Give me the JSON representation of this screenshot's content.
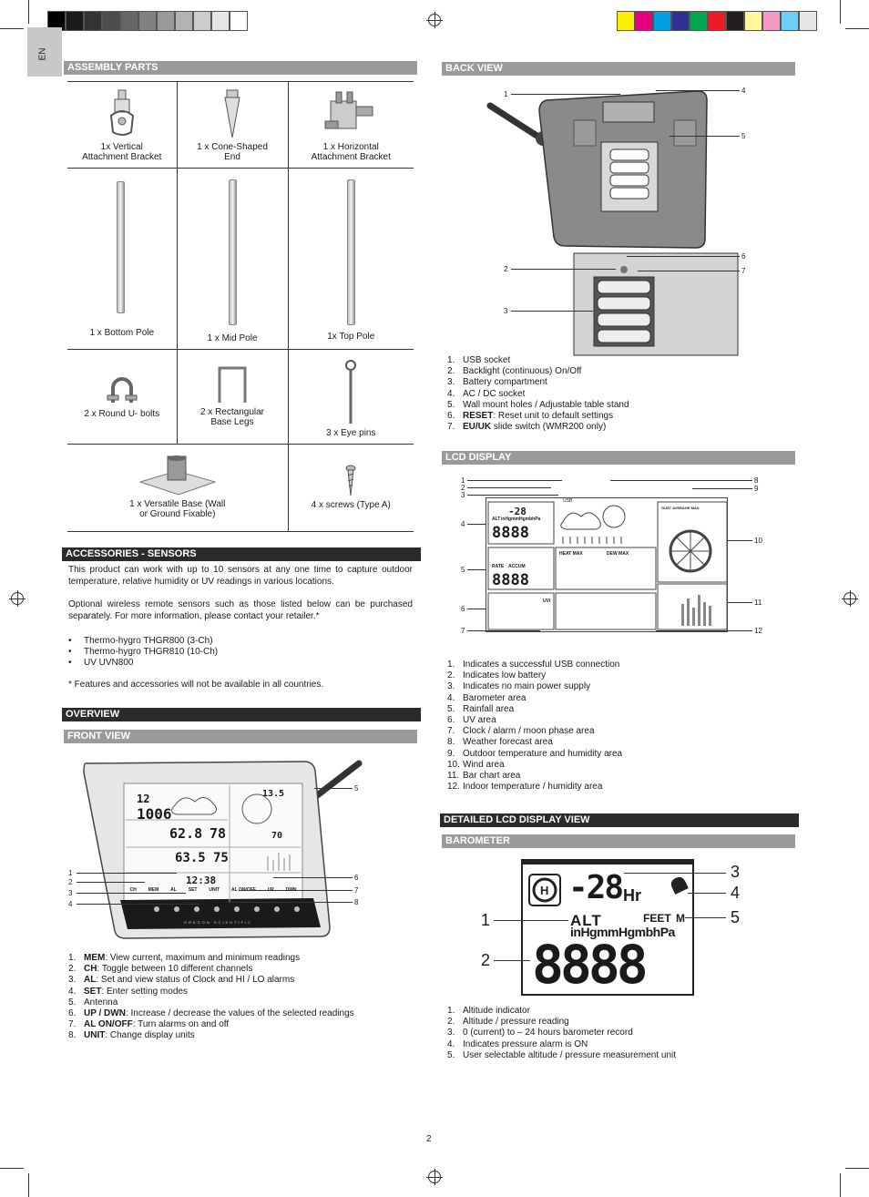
{
  "lang_tab": "EN",
  "page_number": "2",
  "sections": {
    "assembly_parts": "ASSEMBLY PARTS",
    "accessories": "ACCESSORIES - SENSORS",
    "overview": "OVERVIEW",
    "front_view": "FRONT VIEW",
    "back_view": "BACK VIEW",
    "lcd_display": "LCD DISPLAY",
    "detailed_lcd": "DETAILED LCD DISPLAY VIEW",
    "barometer": "BAROMETER"
  },
  "parts": {
    "vertical_bracket": [
      "1x Vertical",
      "Attachment Bracket"
    ],
    "cone_end": [
      "1 x Cone-Shaped",
      "End"
    ],
    "horizontal_bracket": [
      "1 x Horizontal",
      "Attachment Bracket"
    ],
    "bottom_pole": "1 x Bottom Pole",
    "mid_pole": "1 x Mid Pole",
    "top_pole": "1x Top Pole",
    "u_bolts": "2 x Round U- bolts",
    "rect_legs": [
      "2 x Rectangular",
      "Base Legs"
    ],
    "eye_pins": "3 x Eye pins",
    "base": [
      "1 x Versatile Base (Wall",
      "or Ground Fixable)"
    ],
    "screws": "4 x screws (Type A)"
  },
  "accessories": {
    "para1": "This product can work with up to 10 sensors at any one time to capture outdoor temperature, relative humidity or UV readings in various locations.",
    "para2": "Optional wireless remote sensors such as those listed below can be purchased separately. For more information, please contact your retailer.*",
    "sensors": [
      "Thermo-hygro THGR800 (3-Ch)",
      "Thermo-hygro THGR810 (10-Ch)",
      "UV UVN800"
    ],
    "note": "* Features and accessories will not be available in all countries."
  },
  "front_view": {
    "items": [
      {
        "n": "1.",
        "b": "MEM",
        "t": ": View current, maximum and minimum  readings"
      },
      {
        "n": "2.",
        "b": "CH",
        "t": ": Toggle between 10 different channels"
      },
      {
        "n": "3.",
        "b": "AL",
        "t": ": Set and view status of Clock and HI / LO alarms"
      },
      {
        "n": "4.",
        "b": "SET",
        "t": ": Enter setting modes"
      },
      {
        "n": "5.",
        "b": "",
        "t": "Antenna"
      },
      {
        "n": "6.",
        "b": "UP / DWN",
        "t": ": Increase / decrease the values of the selected readings"
      },
      {
        "n": "7.",
        "b": "AL ON/OFF",
        "t": ": Turn alarms on and off"
      },
      {
        "n": "8.",
        "b": "UNIT",
        "t": ": Change display units"
      }
    ],
    "buttons": [
      "CH",
      "MEM",
      "AL",
      "SET",
      "UNIT",
      "AL ON/OFF",
      "UP",
      "DWN"
    ],
    "brand": "OREGON SCIENTIFIC",
    "lcd_values": [
      "12",
      "1006",
      "62.8",
      "78",
      "63.5",
      "75",
      "12:38",
      "13.5",
      "70"
    ],
    "callouts": [
      "1",
      "2",
      "3",
      "4",
      "5",
      "6",
      "7",
      "8"
    ]
  },
  "back_view": {
    "items": [
      {
        "n": "1.",
        "b": "",
        "t": "USB socket"
      },
      {
        "n": "2.",
        "b": "",
        "t": "Backlight (continuous) On/Off"
      },
      {
        "n": "3.",
        "b": "",
        "t": "Battery compartment"
      },
      {
        "n": "4.",
        "b": "",
        "t": "AC / DC socket"
      },
      {
        "n": "5.",
        "b": "",
        "t": "Wall mount holes / Adjustable table stand"
      },
      {
        "n": "6.",
        "b": "RESET",
        "t": ": Reset unit to default settings"
      },
      {
        "n": "7.",
        "b": "EU/UK",
        "t": " slide switch (WMR200 only)"
      }
    ],
    "callouts": [
      "1",
      "4",
      "5",
      "6",
      "7",
      "2",
      "3"
    ]
  },
  "lcd_display": {
    "items": [
      {
        "n": "1.",
        "t": "Indicates a successful USB connection"
      },
      {
        "n": "2.",
        "t": "Indicates low battery"
      },
      {
        "n": "3.",
        "t": "Indicates no main power supply"
      },
      {
        "n": "4.",
        "t": "Barometer area"
      },
      {
        "n": "5.",
        "t": "Rainfall area"
      },
      {
        "n": "6.",
        "t": "UV area"
      },
      {
        "n": "7.",
        "t": "Clock / alarm / moon phase area"
      },
      {
        "n": "8.",
        "t": "Weather forecast area"
      },
      {
        "n": "9.",
        "t": "Outdoor temperature and humidity area"
      },
      {
        "n": "10.",
        "t": "Wind area"
      },
      {
        "n": "11.",
        "t": "Bar chart area"
      },
      {
        "n": "12.",
        "t": "Indoor temperature / humidity area"
      }
    ],
    "callouts_left": [
      "1",
      "2",
      "3",
      "4",
      "5",
      "6",
      "7"
    ],
    "callouts_right": [
      "8",
      "9",
      "10",
      "11",
      "12"
    ],
    "labels": {
      "usb": "USB",
      "hr": "Hr",
      "alt": "ALT",
      "units": "inHgmmHgmbhPa",
      "rate": "RATE",
      "accum": "ACCUM",
      "heat": "HEAT MAX",
      "dew": "DEW MAX",
      "gust": "GUST AVERAGE MAX",
      "uvi": "UVI"
    }
  },
  "barometer": {
    "items": [
      {
        "n": "1.",
        "t": "Altitude indicator"
      },
      {
        "n": "2.",
        "t": "Altitude / pressure reading"
      },
      {
        "n": "3.",
        "t": "0 (current) to – 24 hours barometer record"
      },
      {
        "n": "4.",
        "t": "Indicates pressure alarm is ON"
      },
      {
        "n": "5.",
        "t": "User selectable altitude / pressure measurement unit"
      }
    ],
    "lcd": {
      "hours": "-28",
      "hr": "Hr",
      "alt": "ALT",
      "feet": "FEET",
      "m": "M",
      "units": "inHgmmHgmbhPa",
      "main": "8888"
    },
    "callouts": [
      "3",
      "4",
      "5",
      "1",
      "2"
    ]
  },
  "colors": {
    "header_dark": "#2b2b2b",
    "header_gray": "#9a9a9a",
    "grays": [
      "#000000",
      "#1a1a1a",
      "#333333",
      "#4d4d4d",
      "#666666",
      "#808080",
      "#999999",
      "#b3b3b3",
      "#cccccc",
      "#e6e6e6",
      "#ffffff"
    ],
    "process": [
      "#ffed00",
      "#e6007e",
      "#009fe3",
      "#2e3192",
      "#00a651",
      "#ed1c24",
      "#231f20",
      "#fff799",
      "#f49ac1",
      "#6dcff6",
      "#e6e6e6"
    ]
  }
}
